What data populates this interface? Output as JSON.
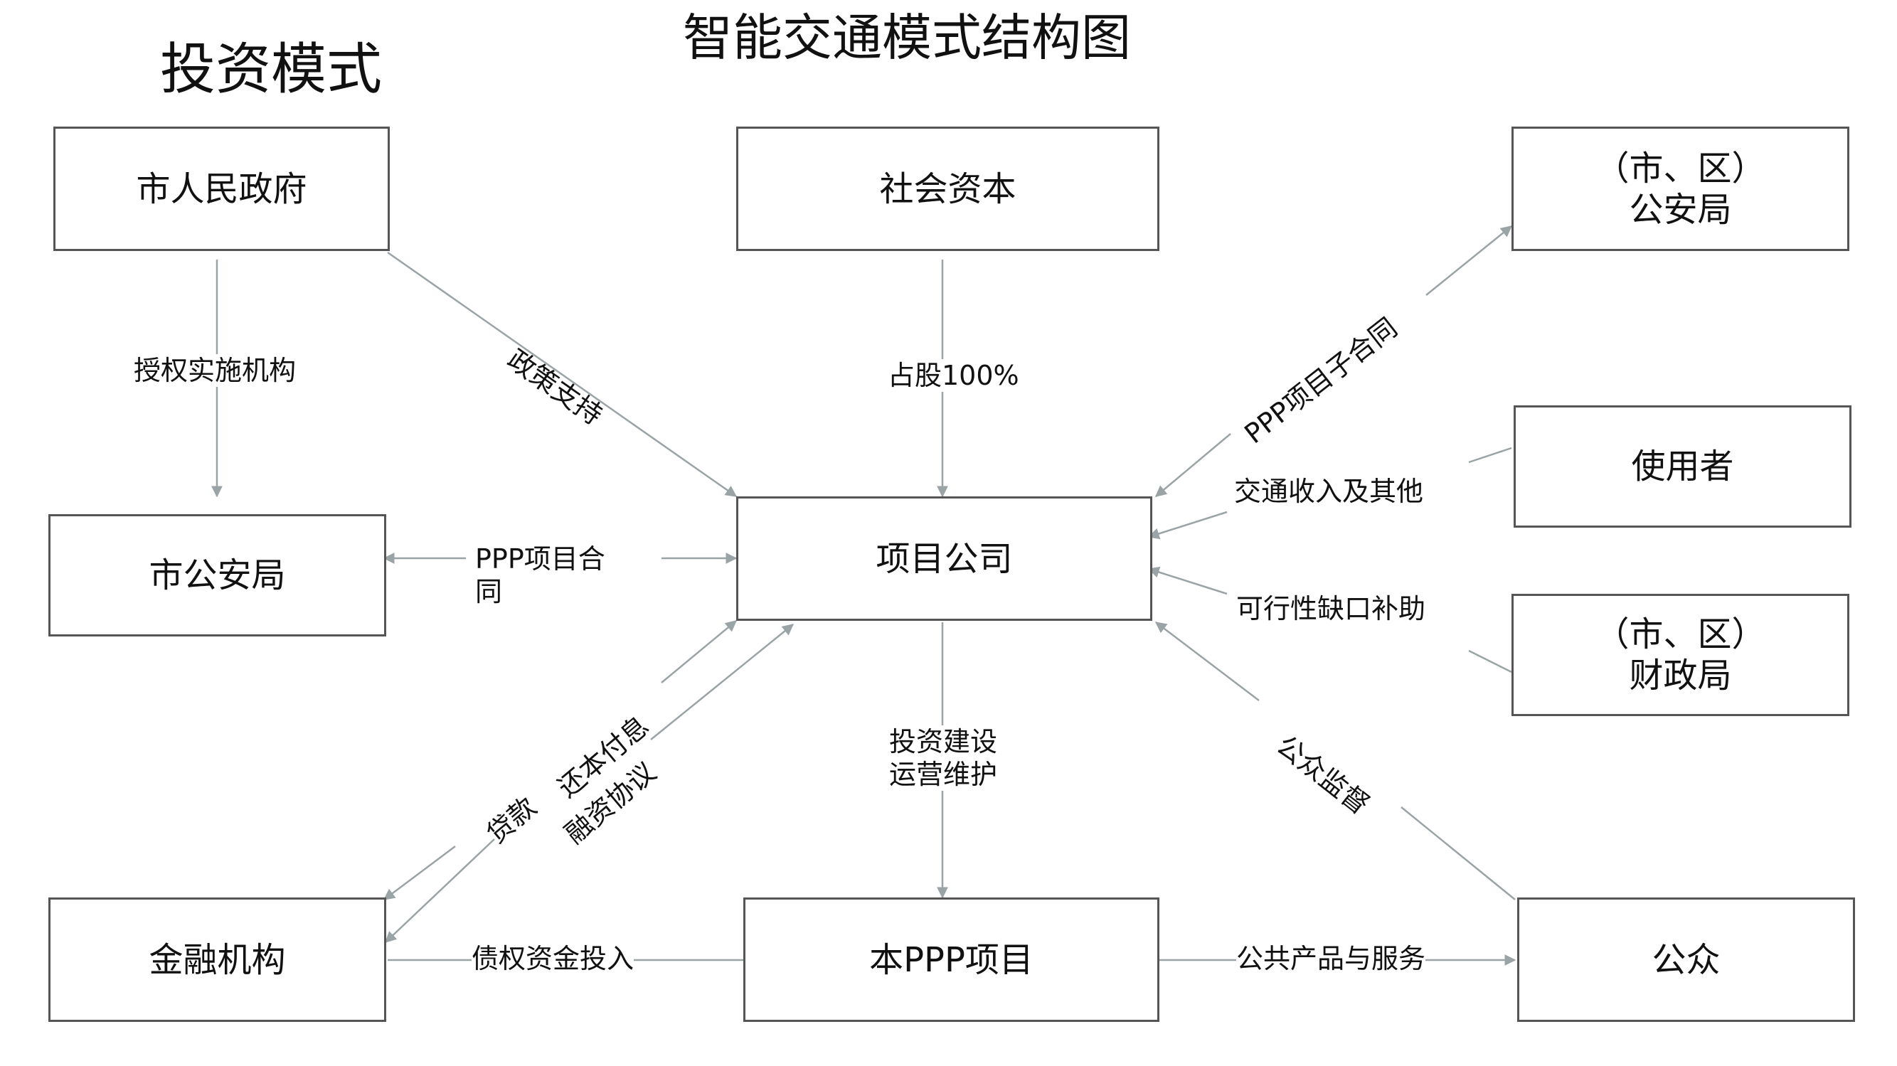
{
  "diagram": {
    "title": "智能交通模式结构图",
    "subtitle": "投资模式",
    "nodes": {
      "city_gov": "市人民政府",
      "social_capital": "社会资本",
      "district_police": "（市、区）\n公安局",
      "users": "使用者",
      "city_police": "市公安局",
      "project_company": "项目公司",
      "district_finance": "（市、区）\n财政局",
      "financial_inst": "金融机构",
      "ppp_project": "本PPP项目",
      "public": "公众"
    },
    "edge_labels": {
      "authorize": "授权实施机构",
      "policy": "政策支持",
      "equity": "占股100%",
      "subcontract": "PPP项目子合同",
      "traffic_income": "交通收入及其他",
      "ppp_contract": "PPP项目合同",
      "viability": "可行性缺口补助",
      "repay": "还本付息",
      "loan": "贷款",
      "financing": "融资协议",
      "invest_build": "投资建设\n运营维护",
      "supervision": "公众监督",
      "debt_invest": "债权资金投入",
      "public_service": "公共产品与服务"
    },
    "colors": {
      "edge": "#9aa3a6",
      "border": "#555555"
    }
  }
}
